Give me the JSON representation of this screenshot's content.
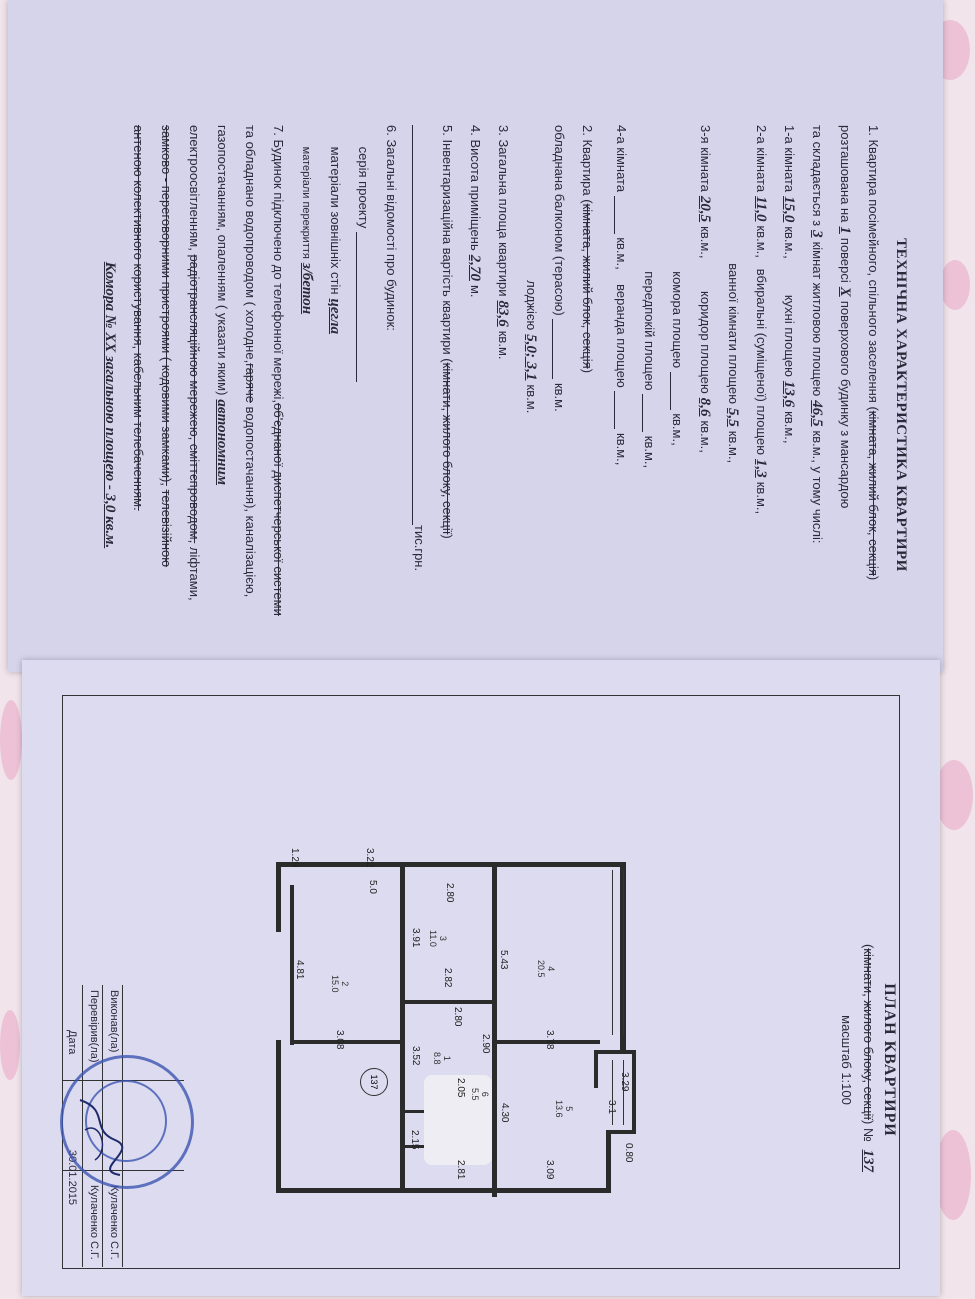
{
  "spec": {
    "title": "ТЕХНІЧНА ХАРАКТЕРИСТИКА КВАРТИРИ",
    "l1a": "1.  Квартира посімейного, спільного заселення (",
    "l1a_strike": "кімната, жилий блок, секція",
    "l1a_end": ")",
    "l1b": "розташована на",
    "floor": "1",
    "l1b_mid": "поверсі",
    "floors": "X",
    "l1b_end": "поверхового будинку з мансардою",
    "l1c": "та складається з",
    "rooms": "3",
    "l1c_mid": "кімнат житловою площею",
    "living_area": "46,5",
    "l1c_end": "кв.м., у тому числі:",
    "room1_label": "1-а кімната",
    "room1": "15,0",
    "room2_label": "2-а кімната",
    "room2": "11,0",
    "room3_label": "3-я кімната",
    "room3": "20,5",
    "room4_label": "4-а кімната",
    "unit": "кв.м.,",
    "kitchen_label": "кухні площею",
    "kitchen": "13,6",
    "wc_label": "вбиральні (суміщеної) площею",
    "wc": "1,3",
    "bath_label": "ванної кімнати площею",
    "bath": "5,5",
    "corridor_label": "коридор      площею",
    "corridor": "8,6",
    "storage_label": "комора площею",
    "hall_label": "передпокій площею",
    "veranda_label": "веранда площею",
    "l2a": "2.  Квартира (",
    "l2a_strike": "кімната, жилий блок, секція",
    "l2a_end": ")",
    "l2b": "обладнана балконом (терасою)",
    "l2c": "лоджією",
    "loggia": "5,0; 3,1",
    "l2_unit": "кв.м.",
    "l3": "3.  Загальна площа квартири",
    "total_area": "83,6",
    "l3_unit": "кв.м.",
    "l4": "4.  Висота приміщень",
    "height": "2,70",
    "l4_unit": "м.",
    "l5": "5.  Інвентаризаційна вартість квартири (",
    "l5_strike": "кімнати, жилого блоку, секції",
    "l5_end": ")",
    "l5_unit": "тис.грн.",
    "l6": "6.  Загальні відомості про будинок:",
    "series_label": "серія проекту",
    "walls_label": "матеріали зовнішніх стін",
    "walls": "цегла",
    "floors_mat_label": "матеріали перекриття",
    "floors_mat": "з/бетон",
    "l7a": "7.  Будинок підключено до телефонної мережі,",
    "l7a_strike": "об'єднаної диспетчерської системи",
    "l7b": "та обладнано водопроводом ( холодне,",
    "l7b_strike": "гаряче",
    "l7b_end": "водопостачання), каналізацією,",
    "l7c": "газопостачанням, опаленням ( указати яким)",
    "heating": "автономним",
    "l7d": "електроосвітленням,",
    "l7d_strike": "радіотрансляційною мережею, сміттєпроводом,",
    "l7d_end": "ліфтами,",
    "l7e_strike": "замково - переговорними пристроями ( кодовими замками),",
    "l7e_strike2": "телевізійною",
    "l7f_strike": "антеною колективного користування, кабельним телебаченням.",
    "storage_note": "Комора № ХХ загальною площею - 3,0 кв.м."
  },
  "plan": {
    "title": "ПЛАН КВАРТИРИ",
    "subtitle_a": "(",
    "subtitle_strike": "кімнати, жилого блоку, секції",
    "subtitle_b": ") №",
    "number": "137",
    "scale": "масштаб 1:100",
    "circle_number": "137",
    "dims": {
      "d322": "3.22",
      "d50": "5.0",
      "d129": "1.29",
      "d280a": "2.80",
      "d391": "3.91",
      "d282": "2.82",
      "d543": "5.43",
      "d481": "4.81",
      "d280b": "2.80",
      "d378": "3.78",
      "d308": "3.08",
      "d352": "3.52",
      "d290": "2.90",
      "d205": "2.05",
      "d329": "3.29",
      "d31": "3.1",
      "d430": "4.30",
      "d080": "0.80",
      "d215": "2.15",
      "d281": "2.81",
      "d309": "3.09"
    },
    "rooms": {
      "r4_no": "4",
      "r4_area": "20.5",
      "r3_no": "3",
      "r3_area": "11.0",
      "r2_no": "2",
      "r2_area": "15.0",
      "r1_no": "1",
      "r1_area": "8.8",
      "r5_no": "5",
      "r5_area": "13.6",
      "r6_no": "6",
      "r6_area": "5.5"
    }
  },
  "signatures": {
    "executed_label": "Виконав(ла)",
    "executed_name": "Кулаченко С.Г.",
    "checked_label": "Перевірив(ла)",
    "checked_name": "Кулаченко С.Г.",
    "date_label": "Дата",
    "date": "30.01.2015"
  },
  "colors": {
    "paper": "#d8d6ec",
    "ink": "#2a2a3a",
    "stamp": "#3c56b3"
  }
}
